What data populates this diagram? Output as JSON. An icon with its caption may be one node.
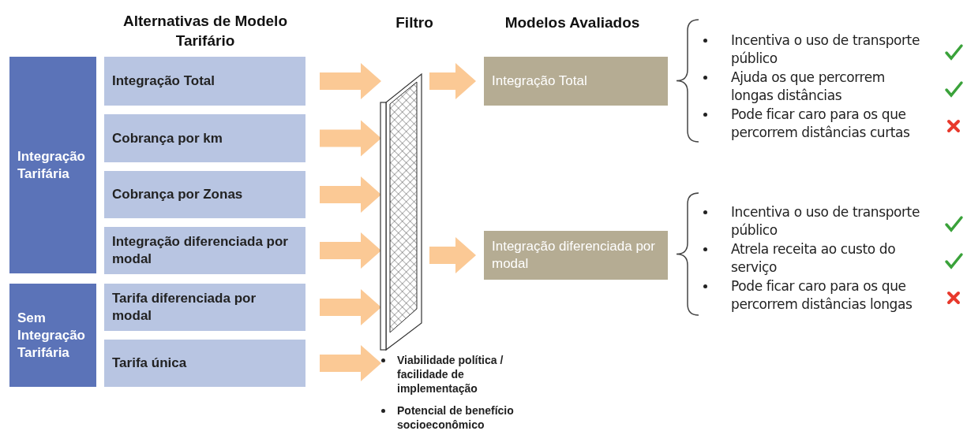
{
  "diagram": {
    "nodes": [
      {
        "text": [
          "Integração Tarifária"
        ]
      },
      {
        "text": [
          "Integração Total"
        ]
      },
      {
        "text": [
          "Cobrança por km"
        ]
      },
      {
        "text": [
          "Cobrança por Zonas"
        ]
      },
      {
        "text": [
          "Integração diferenciada por modal"
        ]
      },
      {
        "text": [
          "Sem Integração Tarifária"
        ]
      },
      {
        "text": [
          "Tarifa diferenciada por modal"
        ]
      },
      {
        "text": [
          "Tarifa única"
        ]
      },
      {
        "text": [],
        "shape": "picture",
        "beside": [
          "Viabilidade política / facilidade de implementação",
          "Potencial de benefício socioeconômico"
        ]
      },
      {
        "text": [
          "Integração Total"
        ],
        "beside": [
          "Incentiva o uso de transporte público",
          "Ajuda os que percorrem longas distâncias",
          "Pode ficar caro para os que percorrem distâncias curtas"
        ]
      },
      {
        "text": [
          "Integração diferenciada por modal"
        ],
        "beside": [
          "Incentiva o uso de transporte público",
          "Atrela receita ao custo do serviço",
          "Pode ficar caro para os que percorrem distâncias longas"
        ]
      }
    ],
    "edges": [
      {
        "from": 1,
        "to": 8,
        "arrow": "to"
      },
      {
        "from": 2,
        "to": 8,
        "arrow": "to"
      },
      {
        "from": 3,
        "to": 8,
        "arrow": "to"
      },
      {
        "from": 4,
        "to": 8,
        "arrow": "to"
      },
      {
        "from": 6,
        "to": 8,
        "arrow": "to"
      },
      {
        "from": 7,
        "to": 8,
        "arrow": "to"
      },
      {
        "from": 8,
        "to": 9,
        "arrow": "to"
      },
      {
        "from": 8,
        "to": 10,
        "arrow": "to"
      }
    ],
    "labels": [
      "Alternativas de Modelo Tarifário",
      "Filtro",
      "Modelos Avaliados"
    ]
  }
}
